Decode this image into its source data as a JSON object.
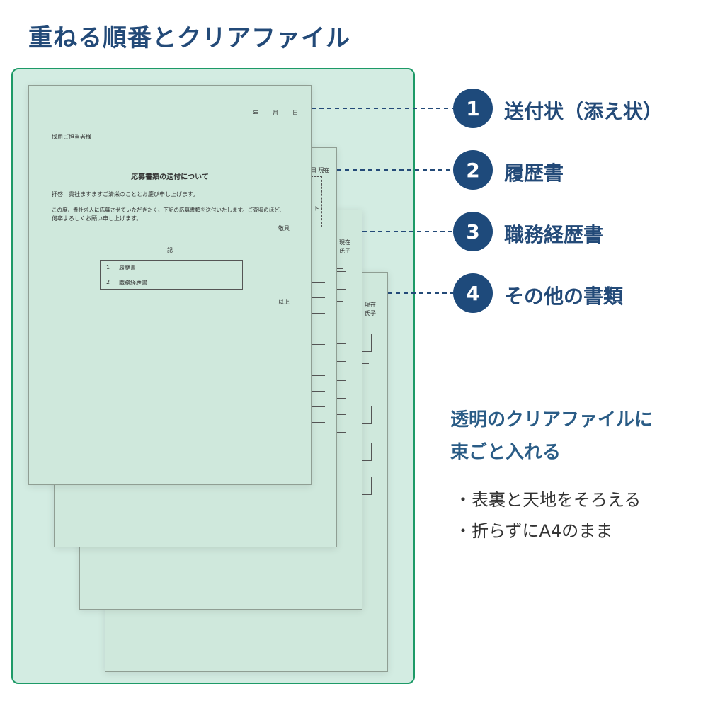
{
  "title": "重ねる順番とクリアファイル",
  "items": [
    {
      "num": "1",
      "label": "送付状（添え状）"
    },
    {
      "num": "2",
      "label": "履歴書"
    },
    {
      "num": "3",
      "label": "職務経歴書"
    },
    {
      "num": "4",
      "label": "その他の書類"
    }
  ],
  "note": {
    "line1": "透明のクリアファイルに",
    "line2": "束ごと入れる",
    "bullets": [
      "・表裏と天地をそろえる",
      "・折らずにA4のまま"
    ]
  },
  "cover_letter": {
    "date": "年　月　日",
    "addressee": "採用ご担当者様",
    "heading": "応募書類の送付について",
    "para1": "拝啓　貴社ますますご清栄のこととお慶び申し上げます。",
    "para2a": "この度、貴社求人に応募させていただきたく、下記の応募書類を送付いたします。ご査収のほど、",
    "para2b": "何卒よろしくお願い申し上げます。",
    "closing": "敬具",
    "ki": "記",
    "rows": [
      {
        "no": "1",
        "name": "履歴書"
      },
      {
        "no": "2",
        "name": "職務経歴書"
      }
    ],
    "end": "以上"
  },
  "resume_peek": {
    "date": "日 現在",
    "mark": "ト"
  },
  "career_peek": {
    "a": "現在",
    "b": "氏子"
  },
  "other_peek": {
    "a": "現在",
    "b": "氏子"
  },
  "colors": {
    "accent": "#1e4a7b",
    "folder_border": "#1d9a67",
    "folder_fill": "#d3ece2",
    "sheet_fill": "#cfe8dc"
  }
}
